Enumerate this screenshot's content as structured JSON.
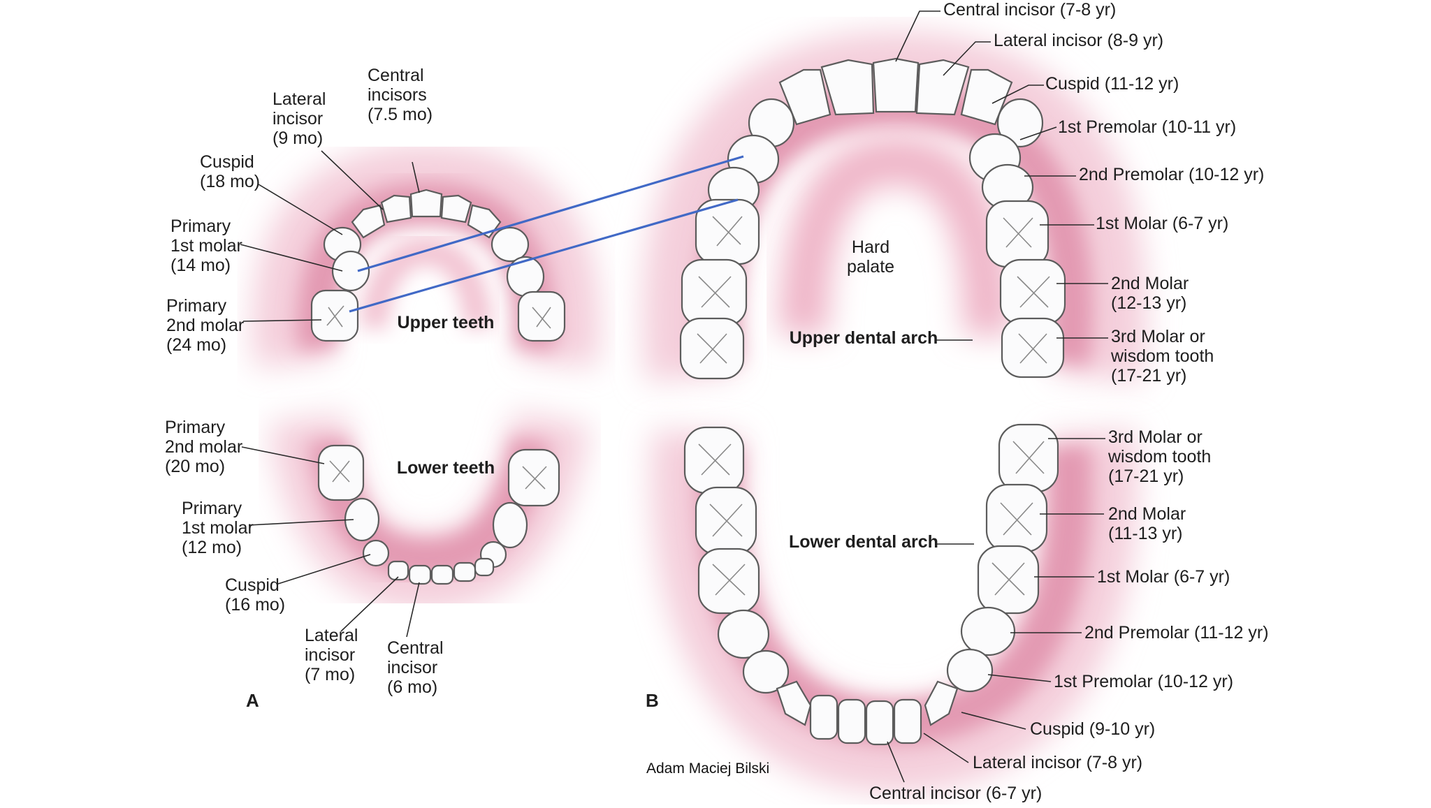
{
  "primary": {
    "panel_letter": "A",
    "upper_title": "Upper teeth",
    "lower_title": "Lower teeth",
    "upper_labels": [
      [
        "Central",
        "incisors",
        "(7.5 mo)"
      ],
      [
        "Lateral",
        "incisor",
        "(9 mo)"
      ],
      [
        "Cuspid",
        "(18 mo)"
      ],
      [
        "Primary",
        "1st molar",
        "(14 mo)"
      ],
      [
        "Primary",
        "2nd molar",
        "(24 mo)"
      ]
    ],
    "lower_labels": [
      [
        "Primary",
        "2nd molar",
        "(20 mo)"
      ],
      [
        "Primary",
        "1st molar",
        "(12 mo)"
      ],
      [
        "Cuspid",
        "(16 mo)"
      ],
      [
        "Lateral",
        "incisor",
        "(7 mo)"
      ],
      [
        "Central",
        "incisor",
        "(6 mo)"
      ]
    ]
  },
  "permanent": {
    "panel_letter": "B",
    "palate": [
      "Hard",
      "palate"
    ],
    "upper_arch_title": "Upper dental arch",
    "lower_arch_title": "Lower dental arch",
    "upper_labels": [
      [
        "Central incisor (7-8 yr)"
      ],
      [
        "Lateral incisor (8-9 yr)"
      ],
      [
        "Cuspid (11-12 yr)"
      ],
      [
        "1st Premolar (10-11 yr)"
      ],
      [
        "2nd Premolar (10-12 yr)"
      ],
      [
        "1st Molar (6-7 yr)"
      ],
      [
        "2nd Molar",
        "(12-13 yr)"
      ],
      [
        "3rd Molar or",
        "wisdom tooth",
        "(17-21 yr)"
      ]
    ],
    "lower_labels": [
      [
        "3rd Molar or",
        "wisdom tooth",
        "(17-21 yr)"
      ],
      [
        "2nd Molar",
        "(11-13 yr)"
      ],
      [
        "1st Molar (6-7 yr)"
      ],
      [
        "2nd Premolar (11-12 yr)"
      ],
      [
        "1st Premolar (10-12 yr)"
      ],
      [
        "Cuspid (9-10 yr)"
      ],
      [
        "Lateral incisor (7-8 yr)"
      ],
      [
        "Central incisor (6-7 yr)"
      ]
    ]
  },
  "credit": "Adam Maciej Bilski",
  "colors": {
    "gum": "#e8a0b6",
    "gum_light": "#f6d4df",
    "connector": "#4169c6"
  }
}
